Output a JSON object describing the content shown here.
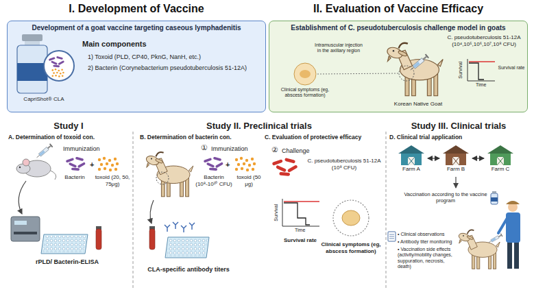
{
  "diagram": {
    "nodes": [
      {
        "text": [
          "I. Development of Vaccine",
          "Development of a goat vaccine targeting caseous lymphadenitis"
        ]
      },
      {
        "text": [
          "II. Evaluation of Vaccine Efficacy",
          "Establishment of C. pseudotuberculosis challenge model in goats"
        ]
      },
      {
        "text": [
          "Farm A"
        ]
      },
      {
        "text": [
          "Farm B"
        ]
      },
      {
        "text": [
          "Farm C"
        ]
      }
    ],
    "edges": [
      {
        "from": 2,
        "to": 3,
        "arrow": "both"
      },
      {
        "from": 3,
        "to": 4,
        "arrow": "both"
      }
    ],
    "labels": [
      "CapriShot® CLA",
      "Main components",
      "1) Toxoid (PLD, CP40, PknG, NanH, etc.)",
      "2) Bacterin (Corynebacterium pseudotuberculosis 51-12A)",
      "Intramuscular injection in the axillary region",
      "C. pseudotuberculosis 51-12A (10⁴,10⁵,10⁶,10⁷,10⁸ CFU)",
      "Clinical symptoms (eg, abscess formation)",
      "Korean Native Goat",
      "Survival",
      "Time",
      "Survival rate",
      "Study I",
      "Study II. Preclinical trials",
      "Study III. Clinical trials",
      "A. Determination of toxoid con.",
      "Immunization",
      "Bacterin",
      "+",
      "toxoid (20, 50, 75μg)",
      "rPLD/ Bacterin-ELISA",
      "B. Determination of bacterin con.",
      "①",
      "Immunization",
      "Bacterin (10⁸-10¹⁰ CFU)",
      "+",
      "toxoid (50 μg)",
      "CLA-specific antibody titers",
      "C. Evaluation of protective efficacy",
      "②",
      "Challenge",
      "C. pseudotuberculosis 51-12A (10⁸ CFU)",
      "Survival",
      "Time",
      "Survival rate",
      "Clinical symptoms (eg, abscess formation)",
      "D. Clinical trial application",
      "Vaccination according to the vaccine program",
      "• Clinical observations",
      "• Antibody titer monitoring",
      "• Vaccination side effects (activity/mobility changes, suppuration, necrosis, death)"
    ]
  }
}
